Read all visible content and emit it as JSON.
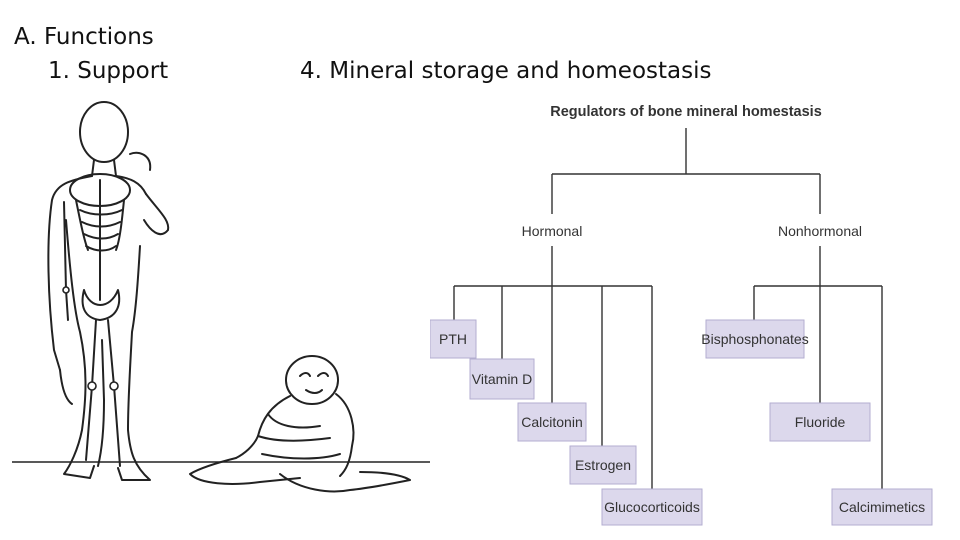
{
  "slide": {
    "heading": "A. Functions",
    "item1": "1. Support",
    "item4": "4. Mineral storage and homeostasis"
  },
  "diagram": {
    "title": "Regulators of bone mineral homestasis",
    "branches": [
      {
        "label": "Hormonal",
        "children": [
          "PTH",
          "Vitamin D",
          "Calcitonin",
          "Estrogen",
          "Glucocorticoids"
        ]
      },
      {
        "label": "Nonhormonal",
        "children": [
          "Bisphosphonates",
          "Fluoride",
          "Calcimimetics"
        ]
      }
    ],
    "box_fill": "#dcd8ec",
    "box_border": "#b3aed0"
  }
}
